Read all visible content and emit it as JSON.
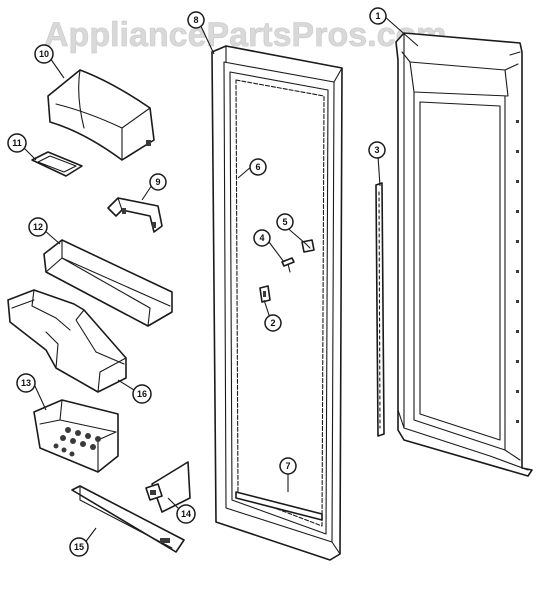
{
  "watermark": "AppliancePartsPros.com",
  "callouts": [
    {
      "id": "1"
    },
    {
      "id": "2"
    },
    {
      "id": "3"
    },
    {
      "id": "4"
    },
    {
      "id": "5"
    },
    {
      "id": "6"
    },
    {
      "id": "7"
    },
    {
      "id": "8"
    },
    {
      "id": "9"
    },
    {
      "id": "10"
    },
    {
      "id": "11"
    },
    {
      "id": "12"
    },
    {
      "id": "13"
    },
    {
      "id": "14"
    },
    {
      "id": "15"
    },
    {
      "id": "16"
    }
  ]
}
